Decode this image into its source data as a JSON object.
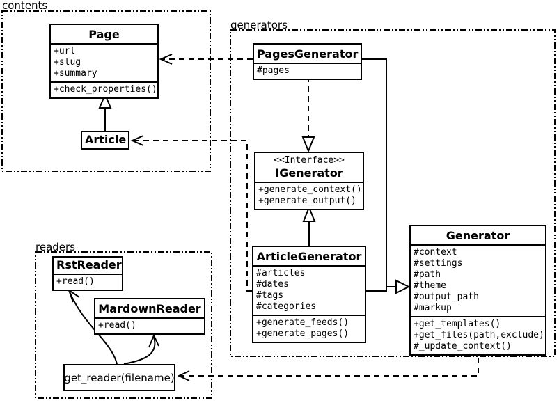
{
  "packages": {
    "contents": {
      "label": "contents"
    },
    "generators": {
      "label": "generators"
    },
    "readers": {
      "label": "readers"
    }
  },
  "classes": {
    "page": {
      "name": "Page",
      "attributes": [
        "+url",
        "+slug",
        "+summary"
      ],
      "methods": [
        "+check_properties()"
      ]
    },
    "article": {
      "name": "Article"
    },
    "pages_generator": {
      "name": "PagesGenerator",
      "attributes": [
        "#pages"
      ]
    },
    "igenerator": {
      "stereotype": "<<Interface>>",
      "name": "IGenerator",
      "methods": [
        "+generate_context()",
        "+generate_output()"
      ]
    },
    "article_generator": {
      "name": "ArticleGenerator",
      "attributes": [
        "#articles",
        "#dates",
        "#tags",
        "#categories"
      ],
      "methods": [
        "+generate_feeds()",
        "+generate_pages()"
      ]
    },
    "generator": {
      "name": "Generator",
      "attributes": [
        "#context",
        "#settings",
        "#path",
        "#theme",
        "#output_path",
        "#markup"
      ],
      "methods": [
        "+get_templates()",
        "+get_files(path,exclude)",
        "#_update_context()"
      ]
    },
    "rst_reader": {
      "name": "RstReader",
      "methods": [
        "+read()"
      ]
    },
    "mardown_reader": {
      "name": "MardownReader",
      "methods": [
        "+read()"
      ]
    },
    "get_reader": {
      "name": "get_reader(filename)"
    }
  },
  "relationships": [
    {
      "from": "Article",
      "to": "Page",
      "type": "inheritance"
    },
    {
      "from": "PagesGenerator",
      "to": "Page",
      "type": "dependency"
    },
    {
      "from": "ArticleGenerator",
      "to": "Article",
      "type": "dependency"
    },
    {
      "from": "PagesGenerator",
      "to": "IGenerator",
      "type": "realization"
    },
    {
      "from": "ArticleGenerator",
      "to": "IGenerator",
      "type": "realization"
    },
    {
      "from": "PagesGenerator",
      "to": "Generator",
      "type": "inheritance"
    },
    {
      "from": "ArticleGenerator",
      "to": "Generator",
      "type": "inheritance"
    },
    {
      "from": "Generator",
      "to": "get_reader(filename)",
      "type": "dependency"
    },
    {
      "from": "get_reader(filename)",
      "to": "RstReader",
      "type": "arrow"
    },
    {
      "from": "get_reader(filename)",
      "to": "MardownReader",
      "type": "arrow"
    }
  ],
  "colors": {
    "stroke": "#000000",
    "background": "#ffffff",
    "box_fill": "#ffffff"
  }
}
